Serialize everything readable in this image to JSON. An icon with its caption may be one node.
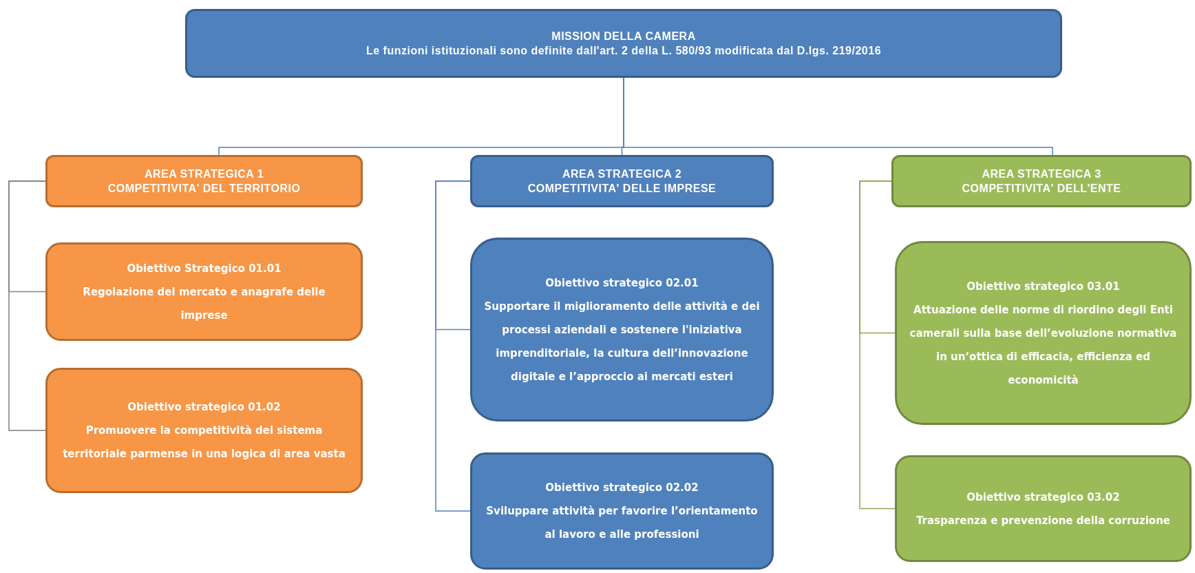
{
  "diagram": {
    "nodes": [
      {
        "text": [
          "MISSION DELLA CAMERA",
          "Le funzioni istituzionali sono definite dall'art. 2 della L. 580/93 modificata dal D.lgs. 219/2016"
        ]
      },
      {
        "text": [
          "AREA STRATEGICA 1",
          "COMPETITIVITA' DEL TERRITORIO"
        ]
      },
      {
        "text": [
          "Obiettivo Strategico 01.01",
          "Regolazione del mercato e anagrafe delle imprese"
        ]
      },
      {
        "text": [
          "Obiettivo strategico 01.02",
          "Promuovere la competitività del sistema territoriale parmense in una logica di area vasta"
        ]
      },
      {
        "text": [
          "AREA STRATEGICA 2",
          "COMPETITIVITA' DELLE IMPRESE"
        ]
      },
      {
        "text": [
          "Obiettivo strategico 02.01",
          "Supportare il miglioramento delle attività e dei processi aziendali e sostenere l'iniziativa imprenditoriale, la cultura dell’innovazione digitale e l’approccio ai mercati esteri"
        ]
      },
      {
        "text": [
          "Obiettivo strategico 02.02",
          "Sviluppare attività per favorire l’orientamento al lavoro e alle professioni"
        ]
      },
      {
        "text": [
          "AREA STRATEGICA 3",
          "COMPETITIVITA' DELL'ENTE"
        ]
      },
      {
        "text": [
          "Obiettivo strategico 03.01",
          "Attuazione delle norme di riordino degli Enti camerali sulla base dell’evoluzione normativa in un’ottica di efficacia, efficienza ed economicità"
        ]
      },
      {
        "text": [
          "Obiettivo strategico 03.02",
          "Trasparenza e prevenzione della corruzione"
        ]
      }
    ],
    "edges": [
      {
        "from": 0,
        "to": 1,
        "arrow": "none"
      },
      {
        "from": 0,
        "to": 4,
        "arrow": "none"
      },
      {
        "from": 0,
        "to": 7,
        "arrow": "none"
      },
      {
        "from": 1,
        "to": 2,
        "arrow": "none",
        "color": "#7f7f7f"
      },
      {
        "from": 1,
        "to": 3,
        "arrow": "none",
        "color": "#7f7f7f"
      },
      {
        "from": 4,
        "to": 5,
        "arrow": "none"
      },
      {
        "from": 4,
        "to": 6,
        "arrow": "none"
      },
      {
        "from": 7,
        "to": 8,
        "arrow": "none",
        "color": "#8aa84f"
      },
      {
        "from": 7,
        "to": 9,
        "arrow": "none",
        "color": "#8aa84f"
      }
    ]
  }
}
